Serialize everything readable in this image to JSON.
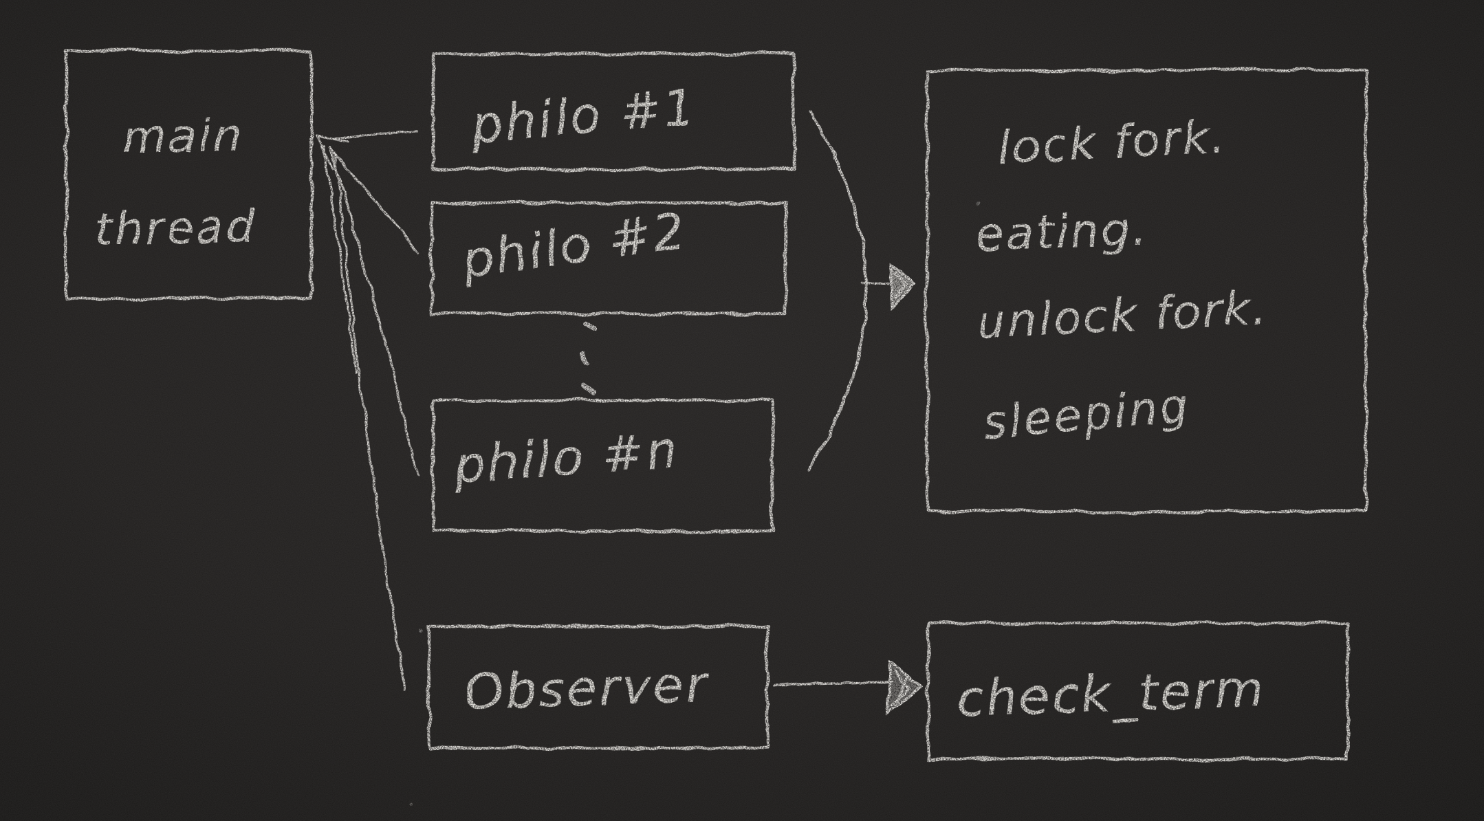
{
  "colors": {
    "background": "#211f1e",
    "chalk": "#eae8e4"
  },
  "nodes": {
    "main_thread": {
      "line1": "main",
      "line2": "thread"
    },
    "philo_1": {
      "label": "philo #1"
    },
    "philo_2": {
      "label": "philo #2"
    },
    "philo_n": {
      "label": "philo #n"
    },
    "routines": {
      "line1": "lock fork.",
      "line2": "eating.",
      "line3": "unlock fork.",
      "line4": "sleeping"
    },
    "observer": {
      "label": "Observer"
    },
    "check_term": {
      "label": "check_term"
    }
  },
  "edges": [
    {
      "from": "philo_1",
      "to": "main_thread"
    },
    {
      "from": "philo_2",
      "to": "main_thread"
    },
    {
      "from": "philo_n",
      "to": "main_thread"
    },
    {
      "from": "observer",
      "to": "main_thread"
    },
    {
      "from": "philo_group",
      "to": "routines"
    },
    {
      "from": "observer",
      "to": "check_term"
    }
  ]
}
